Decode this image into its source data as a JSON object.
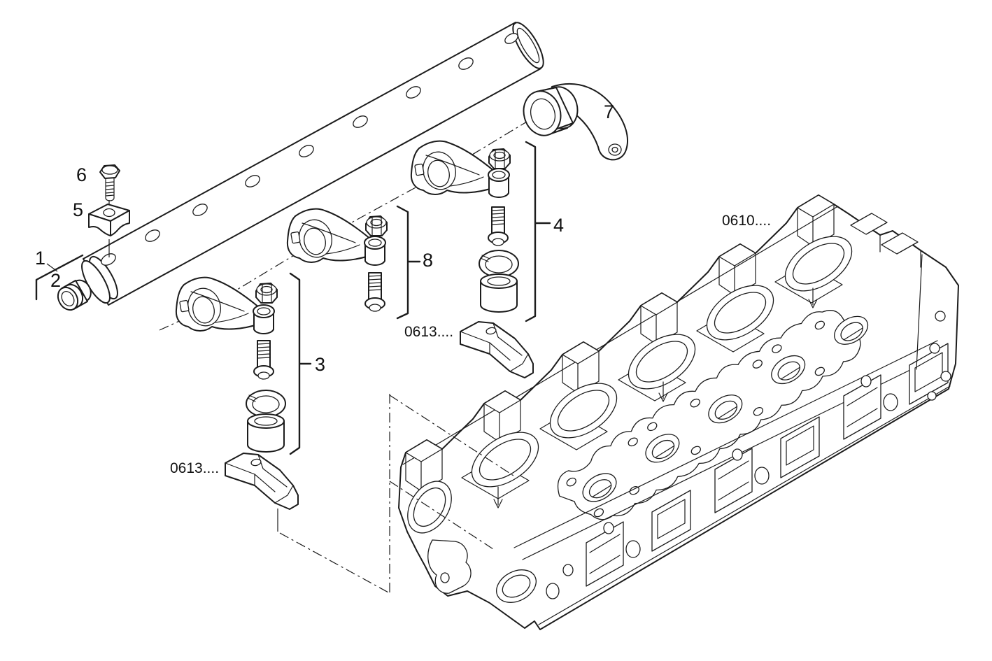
{
  "diagram": {
    "colors": {
      "background": "#ffffff",
      "line": "#1c1c1c",
      "text": "#111111"
    },
    "callouts": [
      {
        "label": "1"
      },
      {
        "label": "2"
      },
      {
        "label": "3"
      },
      {
        "label": "4"
      },
      {
        "label": "5"
      },
      {
        "label": "6"
      },
      {
        "label": "7"
      },
      {
        "label": "8"
      }
    ],
    "part_references": [
      {
        "label": "0610...."
      },
      {
        "label": "0613...."
      },
      {
        "label": "0613...."
      }
    ]
  }
}
